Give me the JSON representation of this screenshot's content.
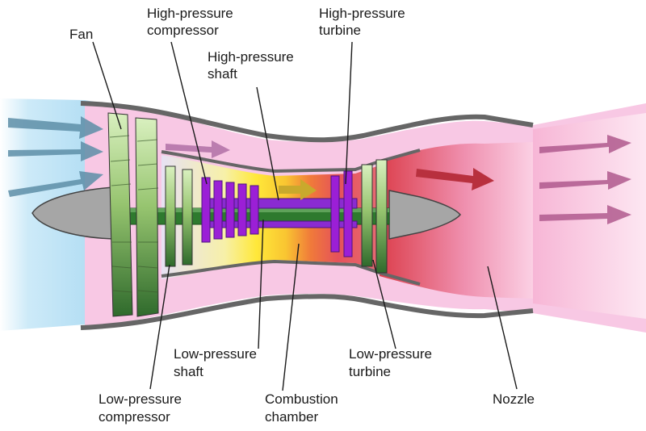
{
  "labels": {
    "fan": "Fan",
    "hp_compressor": [
      "High-pressure",
      "compressor"
    ],
    "hp_shaft": [
      "High-pressure",
      "shaft"
    ],
    "hp_turbine": [
      "High-pressure",
      "turbine"
    ],
    "lp_shaft": [
      "Low-pressure",
      "shaft"
    ],
    "lp_turbine": [
      "Low-pressure",
      "turbine"
    ],
    "lp_compressor": [
      "Low-pressure",
      "compressor"
    ],
    "combustion": [
      "Combustion",
      "chamber"
    ],
    "nozzle": "Nozzle"
  },
  "colors": {
    "intake_air": "#bfe4f7",
    "bypass_air": "#f8c8e4",
    "exhaust": "#e8505a",
    "combustion_hot": "#f3e04a",
    "fan_blades": "#8cbf6a",
    "hp_spool": "#9b1fd6",
    "lp_shaft": "#2e7a2e",
    "spinner": "#a6a6a6",
    "casing": "#6e6e6e"
  },
  "icons": [
    "arrow-icon"
  ]
}
